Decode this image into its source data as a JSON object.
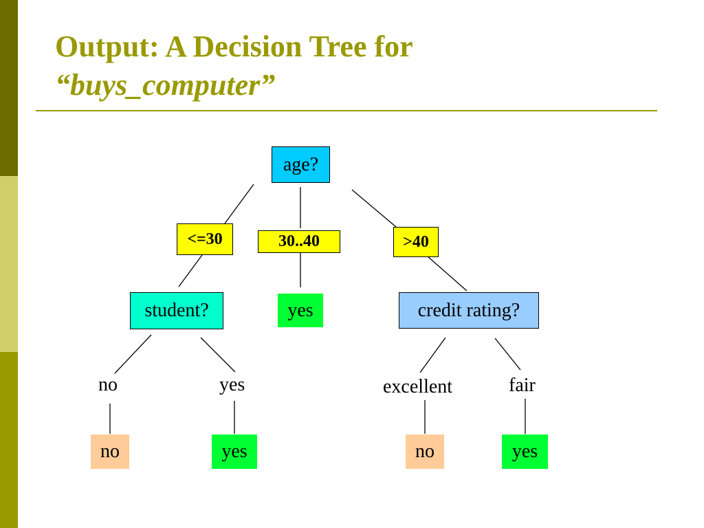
{
  "slide": {
    "title_line1": "Output: A Decision Tree for",
    "title_line2": "“buys_computer”"
  },
  "tree": {
    "root": {
      "label": "age?",
      "color": "#00ccff"
    },
    "branches": {
      "left": "<=30",
      "middle": "30..40",
      "right": ">40"
    },
    "branch_color": "#ffff00",
    "student_node": {
      "label": "student?",
      "color": "#00ffcc"
    },
    "middle_leaf": {
      "label": "yes",
      "color": "#00ff33"
    },
    "credit_node": {
      "label": "credit rating?",
      "color": "#99ccff"
    },
    "student_edges": {
      "left": "no",
      "right": "yes"
    },
    "credit_edges": {
      "left": "excellent",
      "right": "fair"
    },
    "student_leaves": {
      "left": {
        "label": "no",
        "color": "#ffcc99"
      },
      "right": {
        "label": "yes",
        "color": "#00ff33"
      }
    },
    "credit_leaves": {
      "left": {
        "label": "no",
        "color": "#ffcc99"
      },
      "right": {
        "label": "yes",
        "color": "#00ff33"
      }
    }
  },
  "theme": {
    "title_color": "#999900",
    "stripe_colors": [
      "#6b6b00",
      "#d0d06a",
      "#9a9a00"
    ]
  }
}
